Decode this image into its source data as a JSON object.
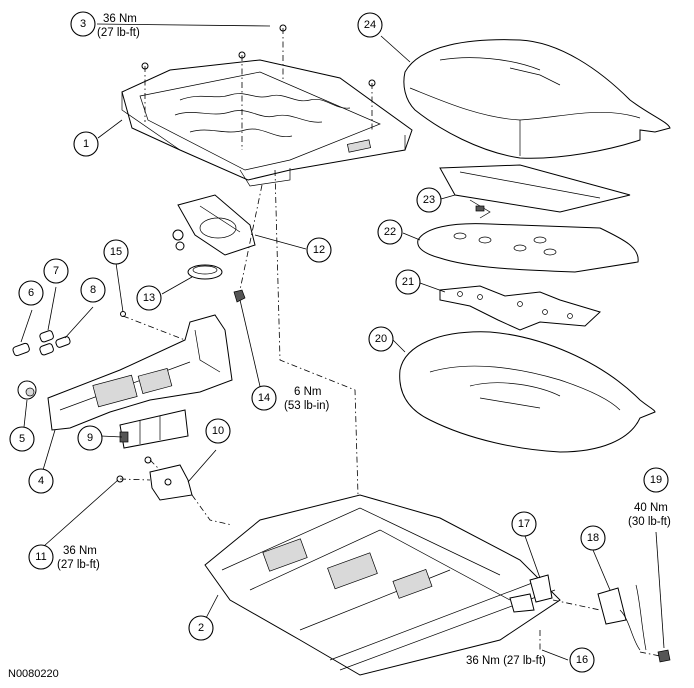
{
  "figure": {
    "id_label": "N0080220"
  },
  "callouts": [
    {
      "num": "1"
    },
    {
      "num": "2"
    },
    {
      "num": "3",
      "torque_lines": [
        "36 Nm",
        "(27 lb-ft)"
      ]
    },
    {
      "num": "4"
    },
    {
      "num": "5"
    },
    {
      "num": "6"
    },
    {
      "num": "7"
    },
    {
      "num": "8"
    },
    {
      "num": "9"
    },
    {
      "num": "10"
    },
    {
      "num": "11",
      "torque_lines": [
        "36 Nm",
        "(27 lb-ft)"
      ]
    },
    {
      "num": "12"
    },
    {
      "num": "13"
    },
    {
      "num": "14",
      "torque_lines": [
        "6 Nm",
        "(53 lb-in)"
      ]
    },
    {
      "num": "15"
    },
    {
      "num": "16",
      "torque_lines": [
        "36 Nm (27 lb-ft)"
      ]
    },
    {
      "num": "17"
    },
    {
      "num": "18"
    },
    {
      "num": "19",
      "torque_lines": [
        "40 Nm",
        "(30 lb-ft)"
      ]
    },
    {
      "num": "20"
    },
    {
      "num": "21"
    },
    {
      "num": "22"
    },
    {
      "num": "23"
    },
    {
      "num": "24"
    }
  ]
}
